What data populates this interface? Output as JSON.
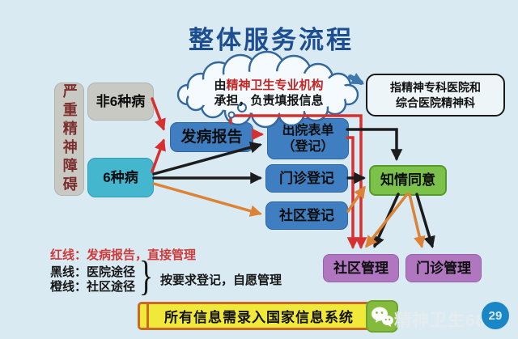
{
  "title": "整体服务流程",
  "cloud": {
    "line1_prefix": "由",
    "line1_highlight": "精神卫生专业机构",
    "line2": "承担，负责填报信息"
  },
  "note_box": {
    "line1": "指精神专科医院和",
    "line2": "综合医院精神科"
  },
  "nodes": {
    "severe": "严重精神障碍",
    "non6": "非6种病",
    "six": "6种病",
    "onset_report": "发病报告",
    "discharge_line1": "出院表单",
    "discharge_line2": "（登记）",
    "outpatient_reg": "门诊登记",
    "community_reg": "社区登记",
    "informed_consent": "知情同意",
    "community_mgmt": "社区管理",
    "outpatient_mgmt": "门诊管理"
  },
  "edges": [
    {
      "from": "非6种病",
      "to": "发病报告",
      "color": "red"
    },
    {
      "from": "6种病",
      "to": "发病报告",
      "color": "red"
    },
    {
      "from": "发病报告",
      "to": "出院表单（登记）",
      "color": "red"
    },
    {
      "from": "发病报告",
      "to": "社区管理",
      "color": "red"
    },
    {
      "from": "出院表单（登记）",
      "to": "社区管理",
      "color": "red"
    },
    {
      "from": "6种病",
      "to": "出院表单（登记）",
      "color": "black"
    },
    {
      "from": "6种病",
      "to": "门诊登记",
      "color": "black"
    },
    {
      "from": "6种病",
      "to": "社区登记",
      "color": "orange"
    },
    {
      "from": "出院表单（登记）",
      "to": "知情同意",
      "color": "black"
    },
    {
      "from": "门诊登记",
      "to": "知情同意",
      "color": "black"
    },
    {
      "from": "社区登记",
      "to": "知情同意",
      "color": "orange"
    },
    {
      "from": "知情同意",
      "to": "社区管理",
      "color": "black"
    },
    {
      "from": "知情同意",
      "to": "社区管理",
      "color": "orange"
    },
    {
      "from": "知情同意",
      "to": "门诊管理",
      "color": "black"
    },
    {
      "from": "知情同意",
      "to": "门诊管理",
      "color": "orange"
    },
    {
      "from": "云形说明",
      "to": "指精神专科医院和综合医院精神科",
      "color": "blue"
    }
  ],
  "legend": {
    "red_line": "红线：发病报告，直接管理",
    "black_line": "黑线：医院途径",
    "orange_line": "橙线：社区途径",
    "brace": "}",
    "note": "按要求登记，自愿管理"
  },
  "banner": "所有信息需录入国家信息系统",
  "watermark": "精神卫生686",
  "badge": "29",
  "colors": {
    "background": "#d9eaf3",
    "title": "#1d4e91",
    "red_line": "#d63030",
    "black_line": "#1c1c1c",
    "orange_line": "#dd8337",
    "blue_box": "#3f7fc1",
    "teal_box": "#44b6ce",
    "gray_box": "#c9c9c3",
    "green_box": "#7cc24a",
    "purple_box": "#b077c0",
    "banner_fill": "#f1e93a",
    "banner_border": "#c96a24",
    "severe_text": "#7d2f2f",
    "cloud_highlight": "#c22525",
    "badge_bg": "#1b86c6",
    "wechat_green": "#85bb3c"
  }
}
